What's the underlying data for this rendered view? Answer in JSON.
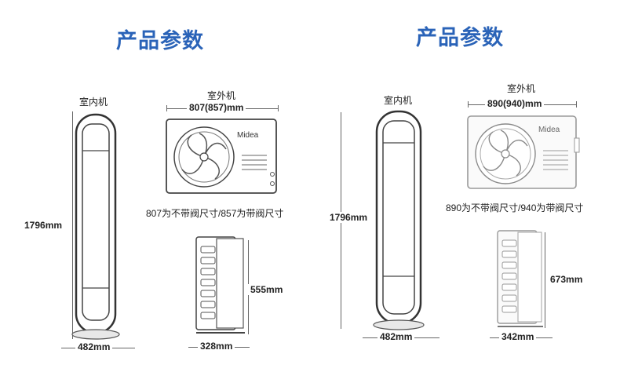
{
  "left": {
    "title": "产品参数",
    "indoor_label": "室内机",
    "outdoor_label": "室外机",
    "outdoor_width": "807(857)mm",
    "height_label": "1796mm",
    "indoor_width": "482mm",
    "side_depth": "328mm",
    "side_height": "555mm",
    "valve_note": "807为不带阀尺寸/857为带阀尺寸",
    "brand": "Midea"
  },
  "right": {
    "title": "产品参数",
    "indoor_label": "室内机",
    "outdoor_label": "室外机",
    "outdoor_width": "890(940)mm",
    "height_label": "1796mm",
    "indoor_width": "482mm",
    "side_depth": "342mm",
    "side_height": "673mm",
    "valve_note": "890为不带阀尺寸/940为带阀尺寸",
    "brand": "Midea"
  }
}
